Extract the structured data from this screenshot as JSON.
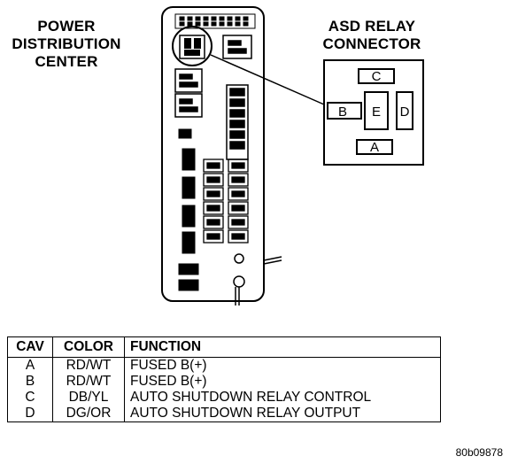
{
  "labels": {
    "pdc_line1": "POWER",
    "pdc_line2": "DISTRIBUTION",
    "pdc_line3": "CENTER",
    "asd_line1": "ASD RELAY",
    "asd_line2": "CONNECTOR"
  },
  "connector": {
    "a": "A",
    "b": "B",
    "c": "C",
    "d": "D",
    "e": "E"
  },
  "table": {
    "headers": [
      "CAV",
      "COLOR",
      "FUNCTION"
    ],
    "rows": [
      [
        "A",
        "RD/WT",
        "FUSED B(+)"
      ],
      [
        "B",
        "RD/WT",
        "FUSED B(+)"
      ],
      [
        "C",
        "DB/YL",
        "AUTO SHUTDOWN RELAY CONTROL"
      ],
      [
        "D",
        "DG/OR",
        "AUTO SHUTDOWN RELAY OUTPUT"
      ]
    ]
  },
  "figure_code": "80b09878"
}
